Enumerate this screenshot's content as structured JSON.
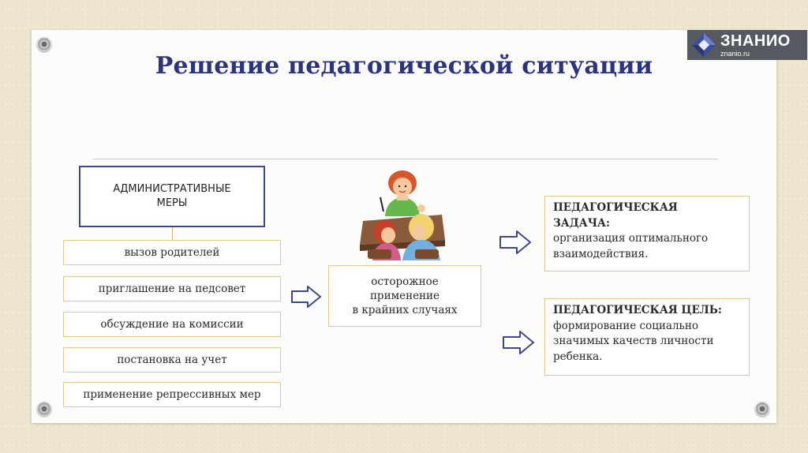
{
  "title": "Решение педагогической ситуации",
  "logo": {
    "name": "ЗНАНИО",
    "site": "znanio.ru"
  },
  "admin_box": {
    "line1": "АДМИНИСТРАТИВНЫЕ",
    "line2": "МЕРЫ"
  },
  "measures": [
    "вызов родителей",
    "приглашение на педсовет",
    "обсуждение на комиссии",
    "постановка на учет",
    "применение репрессивных мер"
  ],
  "center_box": {
    "line1": "осторожное",
    "line2": "применение",
    "line3": "в крайних случаях"
  },
  "task_box": {
    "heading1": "ПЕДАГОГИЧЕСКАЯ",
    "heading2": "ЗАДАЧА:",
    "text1": "организация оптимального",
    "text2": "взаимодействия."
  },
  "goal_box": {
    "heading": "ПЕДАГОГИЧЕСКАЯ ЦЕЛЬ:",
    "text1": "формирование социально",
    "text2": "значимых качеств личности",
    "text3": "ребенка."
  }
}
